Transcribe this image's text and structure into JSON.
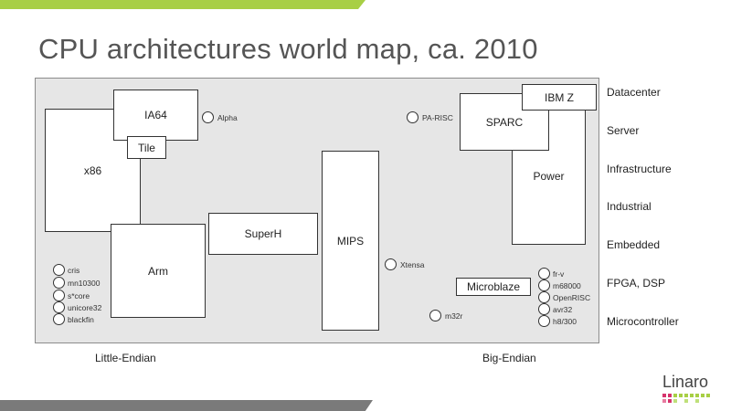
{
  "title": "CPU architectures world map, ca. 2010",
  "boxes": {
    "x86": "x86",
    "ia64": "IA64",
    "tile": "Tile",
    "arm": "Arm",
    "superh": "SuperH",
    "mips": "MIPS",
    "sparc": "SPARC",
    "ibmz": "IBM Z",
    "power": "Power",
    "microblaze": "Microblaze"
  },
  "dots": {
    "alpha": "Alpha",
    "parisc": "PA-RISC",
    "xtensa": "Xtensa",
    "m32r": "m32r"
  },
  "left_stack": [
    "cris",
    "mn10300",
    "s*core",
    "unicore32",
    "blackfin"
  ],
  "right_stack": [
    "fr-v",
    "m68000",
    "OpenRISC",
    "avr32",
    "h8/300"
  ],
  "rows": [
    "Datacenter",
    "Server",
    "Infrastructure",
    "Industrial",
    "Embedded",
    "FPGA, DSP",
    "Microcontroller"
  ],
  "endian": {
    "left": "Little-Endian",
    "right": "Big-Endian"
  },
  "logo": {
    "text": "Linaro"
  },
  "colors": {
    "green": "#a8cf45",
    "gray_band": "#7a7a7a",
    "map_bg": "#e6e6e6",
    "logo_pink": "#d6336c"
  }
}
